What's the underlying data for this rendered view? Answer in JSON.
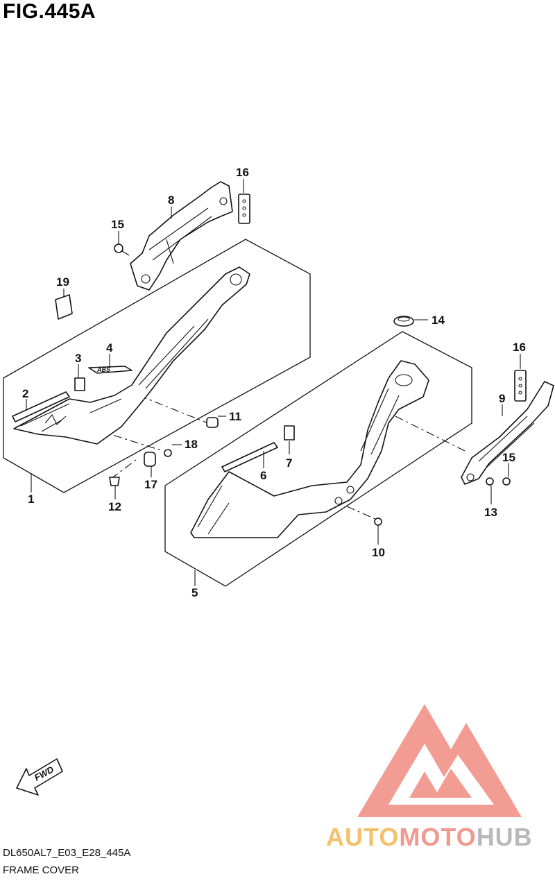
{
  "figure": {
    "title": "FIG.445A"
  },
  "callouts": [
    {
      "id": "1",
      "label": "1"
    },
    {
      "id": "2",
      "label": "2"
    },
    {
      "id": "3",
      "label": "3"
    },
    {
      "id": "4",
      "label": "4"
    },
    {
      "id": "5",
      "label": "5"
    },
    {
      "id": "6",
      "label": "6"
    },
    {
      "id": "7",
      "label": "7"
    },
    {
      "id": "8",
      "label": "8"
    },
    {
      "id": "9",
      "label": "9"
    },
    {
      "id": "10",
      "label": "10"
    },
    {
      "id": "11",
      "label": "11"
    },
    {
      "id": "12",
      "label": "12"
    },
    {
      "id": "13",
      "label": "13"
    },
    {
      "id": "14",
      "label": "14"
    },
    {
      "id": "15a",
      "label": "15"
    },
    {
      "id": "15b",
      "label": "15"
    },
    {
      "id": "16a",
      "label": "16"
    },
    {
      "id": "16b",
      "label": "16"
    },
    {
      "id": "17",
      "label": "17"
    },
    {
      "id": "18",
      "label": "18"
    },
    {
      "id": "19",
      "label": "19"
    }
  ],
  "emblem": {
    "text": "ABS"
  },
  "direction_marker": {
    "text": "FWD"
  },
  "footer": {
    "model_code": "DL650AL7_E03_E28_445A",
    "caption": "FRAME COVER"
  },
  "watermark": {
    "part1": "AUTO",
    "part2": "MOTO",
    "part3": "HUB",
    "colors": {
      "auto": "#f4c06a",
      "moto": "#f2998f",
      "hub": "#b9b9b9",
      "logo": "#f28b82"
    }
  }
}
